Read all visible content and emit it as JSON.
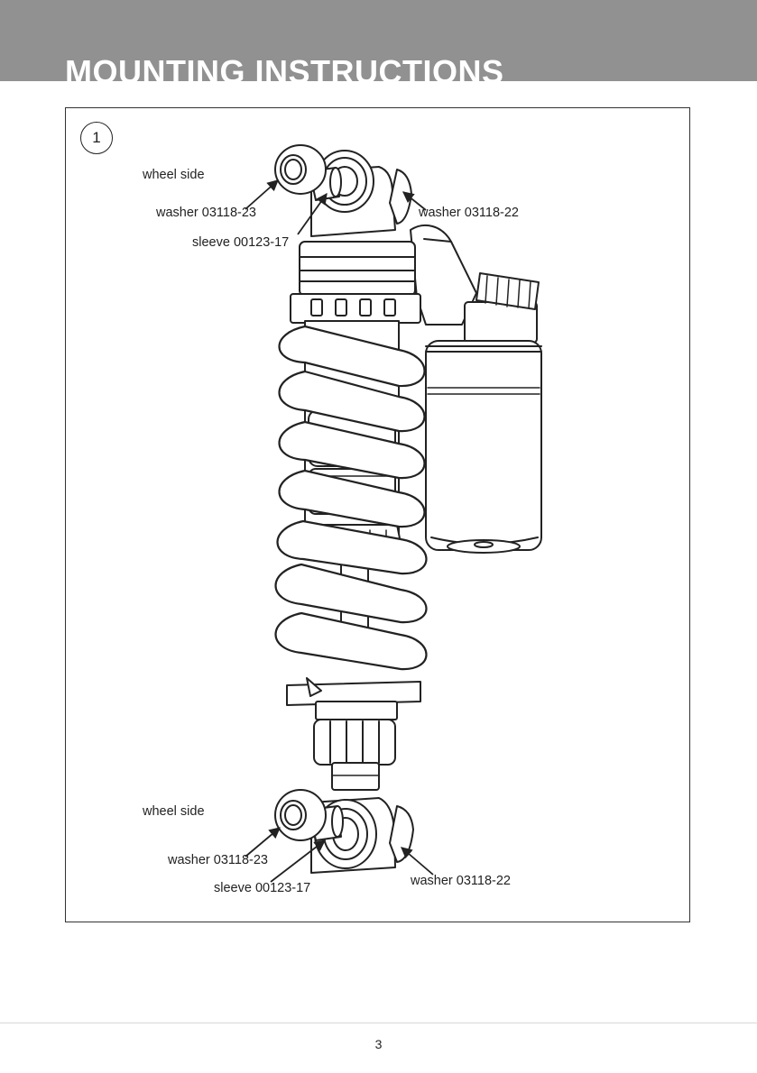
{
  "header": {
    "title": "MOUNTING INSTRUCTIONS",
    "background": "#919191"
  },
  "figure": {
    "step_number": "1",
    "labels": {
      "top_wheel_side": "wheel side",
      "top_washer_left": "washer 03118-23",
      "top_washer_right": "washer 03118-22",
      "top_sleeve": "sleeve 00123-17",
      "bottom_wheel_side": "wheel side",
      "bottom_washer_left": "washer 03118-23",
      "bottom_sleeve": "sleeve 00123-17",
      "bottom_washer_right": "washer 03118-22"
    },
    "illustration_icon": "shock-absorber-drawing"
  },
  "footer": {
    "page_number": "3"
  }
}
